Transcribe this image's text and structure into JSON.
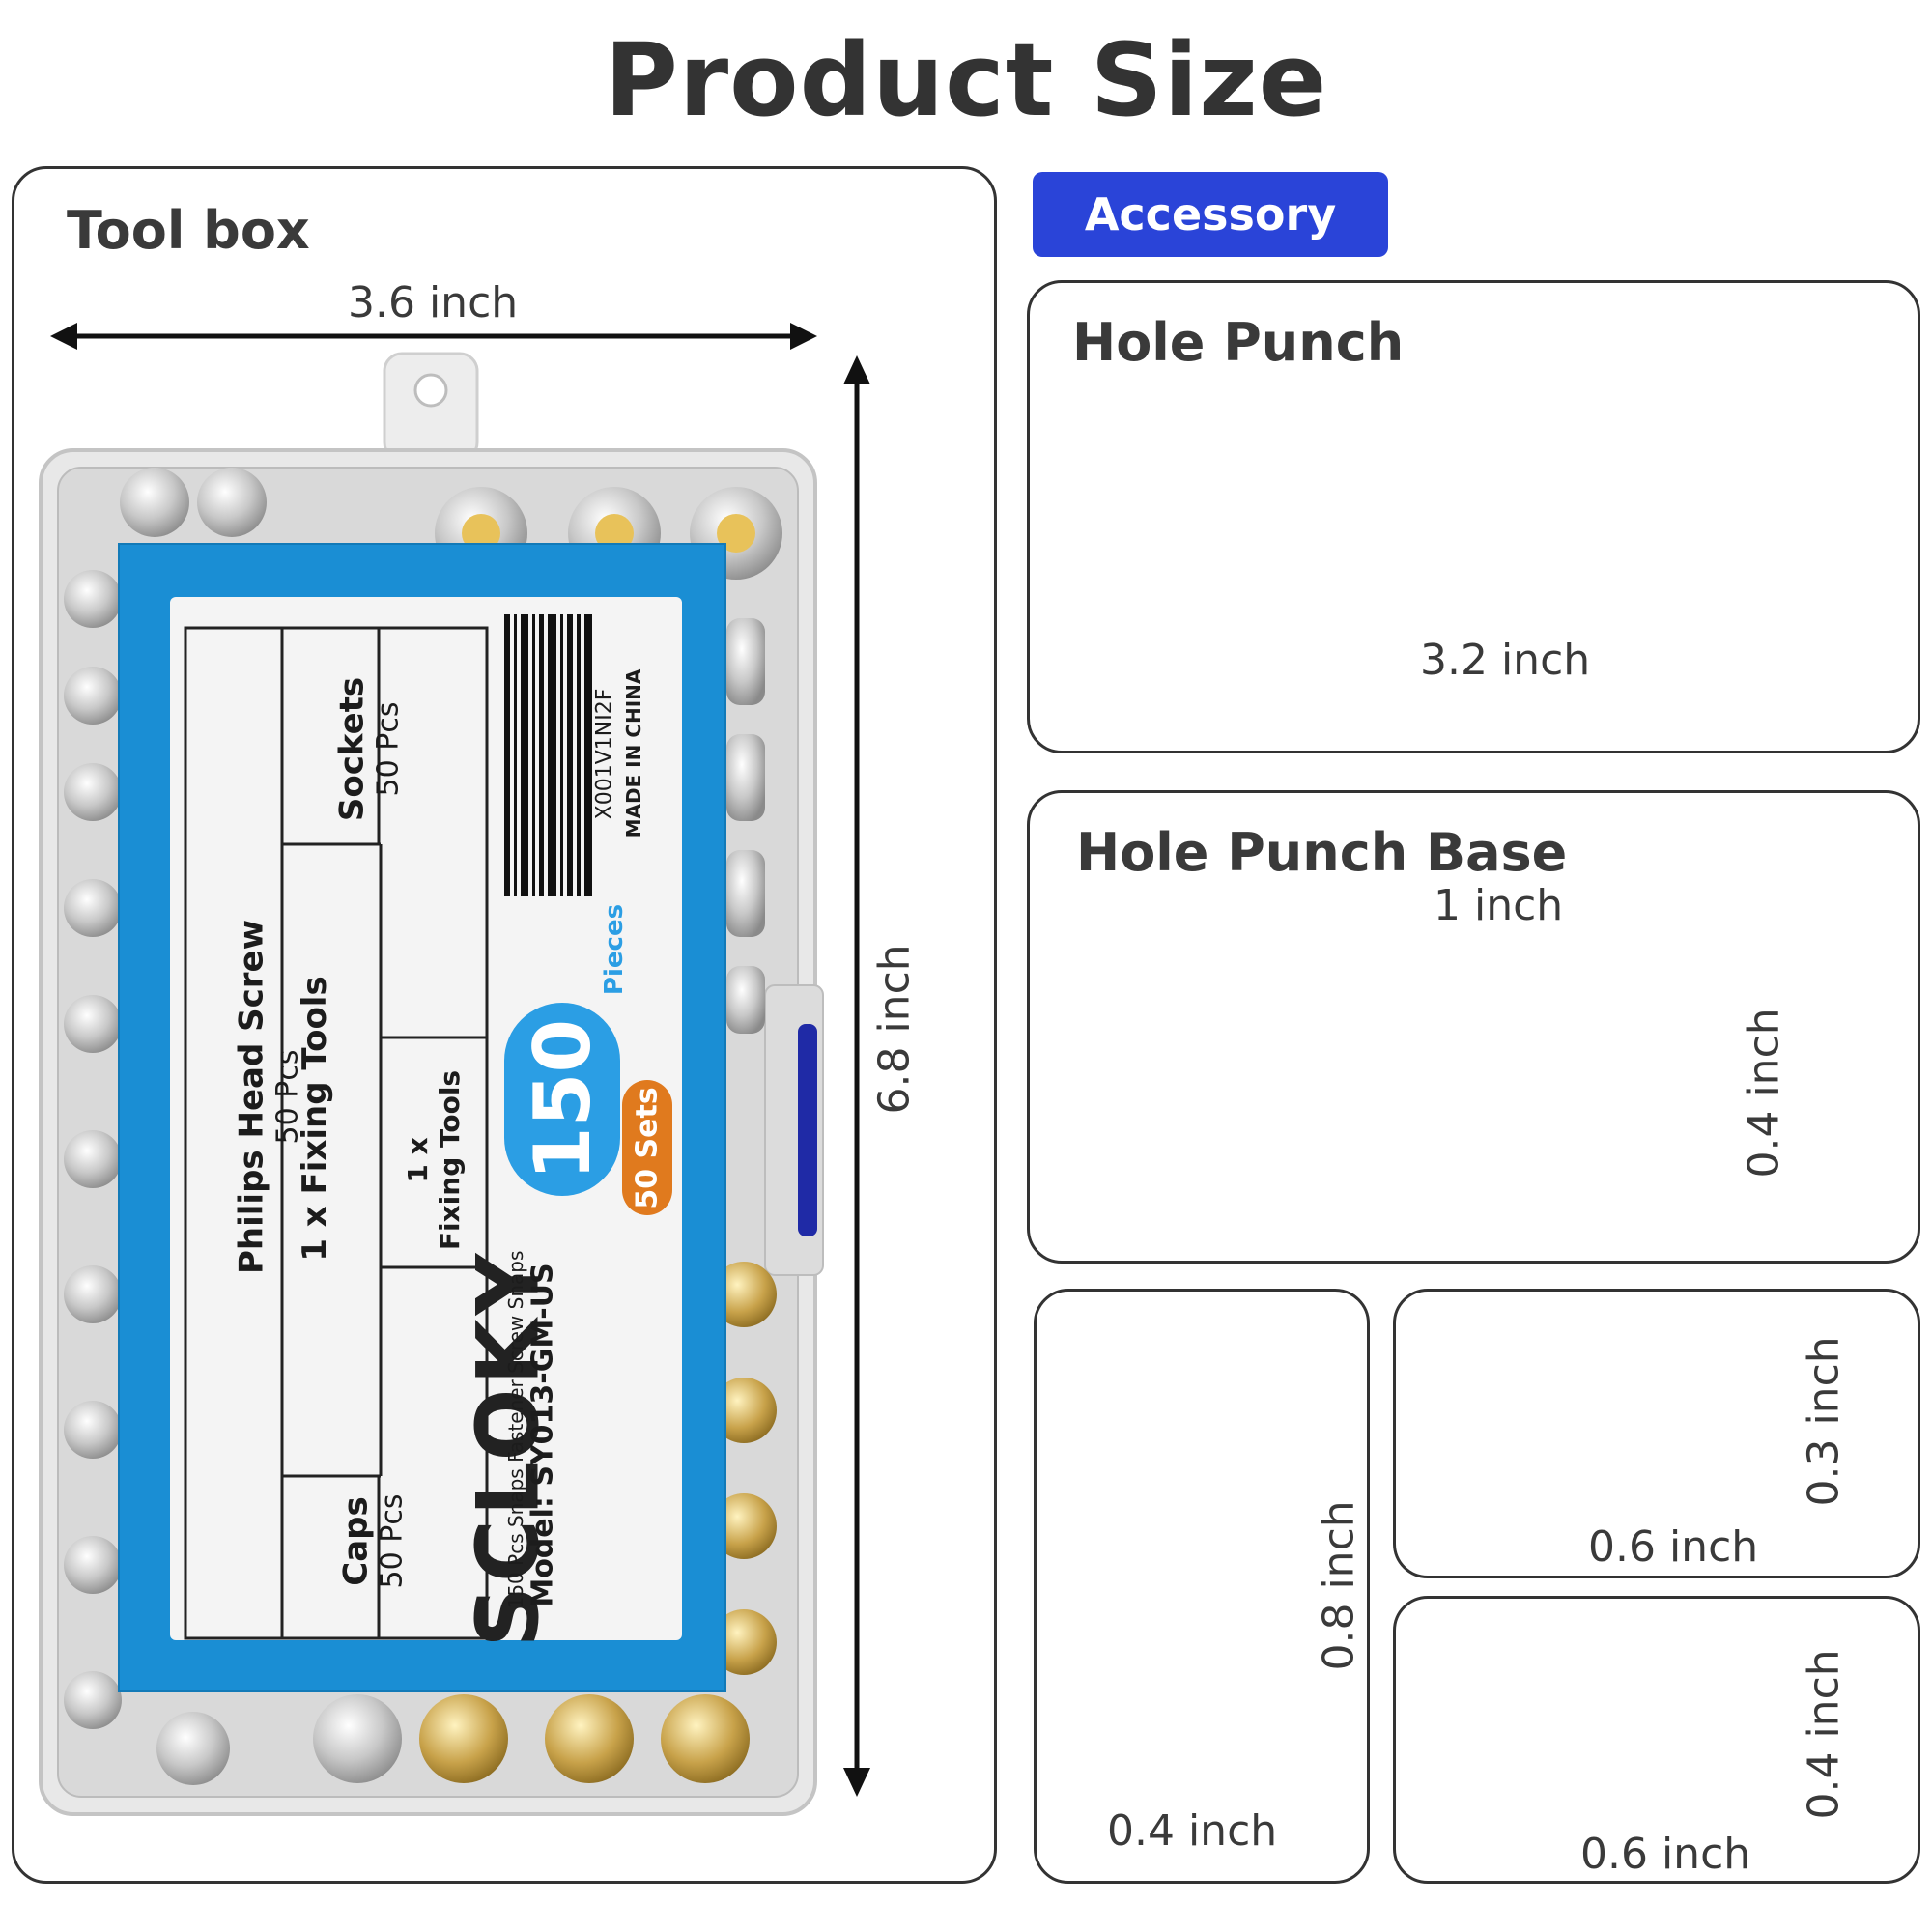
{
  "title": "Product Size",
  "toolbox": {
    "label": "Tool box",
    "width_dim": "3.6 inch",
    "height_dim": "6.8 inch",
    "card": {
      "sections": [
        {
          "name": "Philips Head Screw",
          "qty": "50 Pcs"
        },
        {
          "name": "1 x Fixing Tools",
          "qty": ""
        },
        {
          "name": "Sockets",
          "qty": "50 Pcs"
        },
        {
          "name": "1 x",
          "qty": "Fixing Tools"
        },
        {
          "name": "Caps",
          "qty": "50 Pcs"
        }
      ],
      "barcode_code": "X001V1NI2F",
      "made_in": "MADE IN CHINA",
      "brand": "SCLOKY",
      "count": "150",
      "pieces_label": "Pieces",
      "sets_label": "50 Sets",
      "subtitle": "150 Pcs Snaps Fastener Screw Snaps",
      "model": "Model: SY013-GM-US"
    }
  },
  "accessory_badge": "Accessory",
  "hole_punch": {
    "label": "Hole Punch",
    "length_dim": "3.2 inch"
  },
  "hole_punch_base": {
    "label": "Hole Punch Base",
    "diameter_dim": "1 inch",
    "height_dim": "0.4 inch"
  },
  "screw": {
    "height_dim": "0.8 inch",
    "width_dim": "0.4 inch"
  },
  "stud": {
    "height_dim": "0.3 inch",
    "width_dim": "0.6 inch"
  },
  "socket": {
    "height_dim": "0.4 inch",
    "width_dim": "0.6 inch"
  },
  "colors": {
    "accent": "#2a44d8",
    "label_blue": "#1a8ed4",
    "orange": "#e07a1e",
    "text": "#333333"
  }
}
